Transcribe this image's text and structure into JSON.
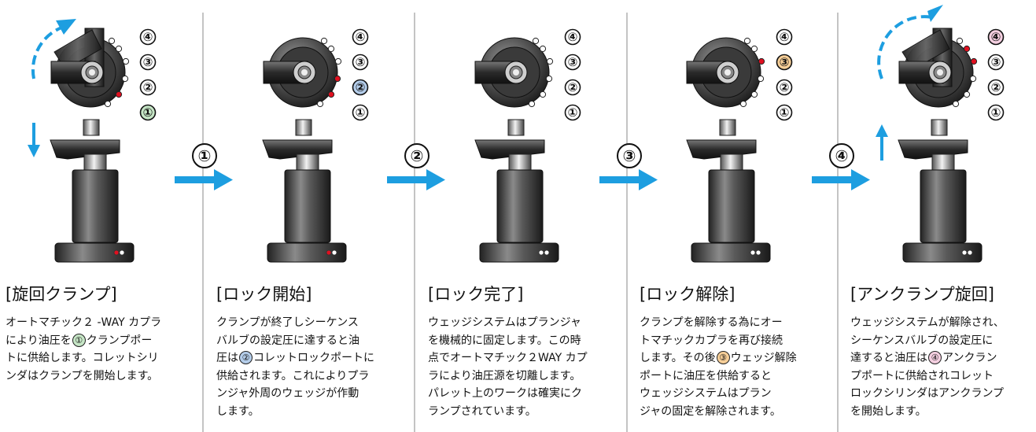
{
  "colors": {
    "arrow": "#1d9ee0",
    "port_active": "#e01020",
    "port_idle": "#ffffff",
    "highlight_port1": "#c6e6c6",
    "highlight_port2": "#b4cdea",
    "highlight_port3": "#f7cf98",
    "highlight_port4": "#f4cfe0"
  },
  "icons": [
    "rotating-clamp-arm-icon",
    "valve-port-dot-icon",
    "curved-rotation-arrow-icon",
    "down-arrow-icon",
    "up-arrow-icon",
    "step-arrow-icon"
  ],
  "step_arrows": [
    "①",
    "②",
    "③",
    "④"
  ],
  "stages": [
    {
      "id": "rotate-clamp",
      "title": "[旋回クランプ]",
      "ports": {
        "labels": [
          "④",
          "③",
          "②",
          "①"
        ],
        "highlight": "①",
        "active_dots": [
          "①"
        ]
      },
      "motion": {
        "rotation": "counterclockwise",
        "direction": "down"
      },
      "desc": [
        "オートマチック２ -WAY カプラ",
        "により油圧を",
        "クランプポー",
        "トに供給します。コレットシリ",
        "ンダはクランプを開始します。"
      ],
      "inline_port": "①",
      "inline_line": 1
    },
    {
      "id": "lock-start",
      "title": "[ロック開始]",
      "ports": {
        "labels": [
          "④",
          "③",
          "②",
          "①"
        ],
        "highlight": "②",
        "active_dots": [
          "②",
          "①"
        ]
      },
      "desc": [
        "クランプが終了しシーケンス",
        "バルブの設定圧に達すると油",
        "圧は",
        "コレットロックポートに",
        "供給されます。これによりプラ",
        "ンジャ外周のウェッジが作動",
        "します。"
      ],
      "inline_port": "②",
      "inline_line": 2
    },
    {
      "id": "lock-complete",
      "title": "[ロック完了]",
      "ports": {
        "labels": [
          "④",
          "③",
          "②",
          "①"
        ],
        "highlight": "",
        "active_dots": []
      },
      "desc": [
        "ウェッジシステムはプランジャ",
        "を機械的に固定します。この時",
        "点でオートマチック２WAY カプ",
        "ラにより油圧源を切離します。",
        "パレット上のワークは確実にク",
        "ランプされています。"
      ]
    },
    {
      "id": "lock-release",
      "title": "[ロック解除]",
      "ports": {
        "labels": [
          "④",
          "③",
          "②",
          "①"
        ],
        "highlight": "③",
        "active_dots": [
          "③"
        ]
      },
      "desc": [
        "クランプを解除する為にオー",
        "トマチックカプラを再び接続",
        "します。その後",
        "ウェッジ解除",
        "ポートに油圧を供給すると",
        "ウェッジシステムはプラン",
        "ジャの固定を解除されます。"
      ],
      "inline_port": "③",
      "inline_line": 2
    },
    {
      "id": "unclamp-rotate",
      "title": "[アンクランプ旋回]",
      "ports": {
        "labels": [
          "④",
          "③",
          "②",
          "①"
        ],
        "highlight": "④",
        "active_dots": [
          "④",
          "③"
        ]
      },
      "motion": {
        "rotation": "clockwise",
        "direction": "up"
      },
      "desc": [
        "ウェッジシステムが解除され、",
        "シーケンスバルブの設定圧に",
        "達すると油圧は",
        "アンクラン",
        "プポートに供給されコレット",
        "ロックシリンダはアンクランプ",
        "を開始します。"
      ],
      "inline_port": "④",
      "inline_line": 2
    }
  ]
}
